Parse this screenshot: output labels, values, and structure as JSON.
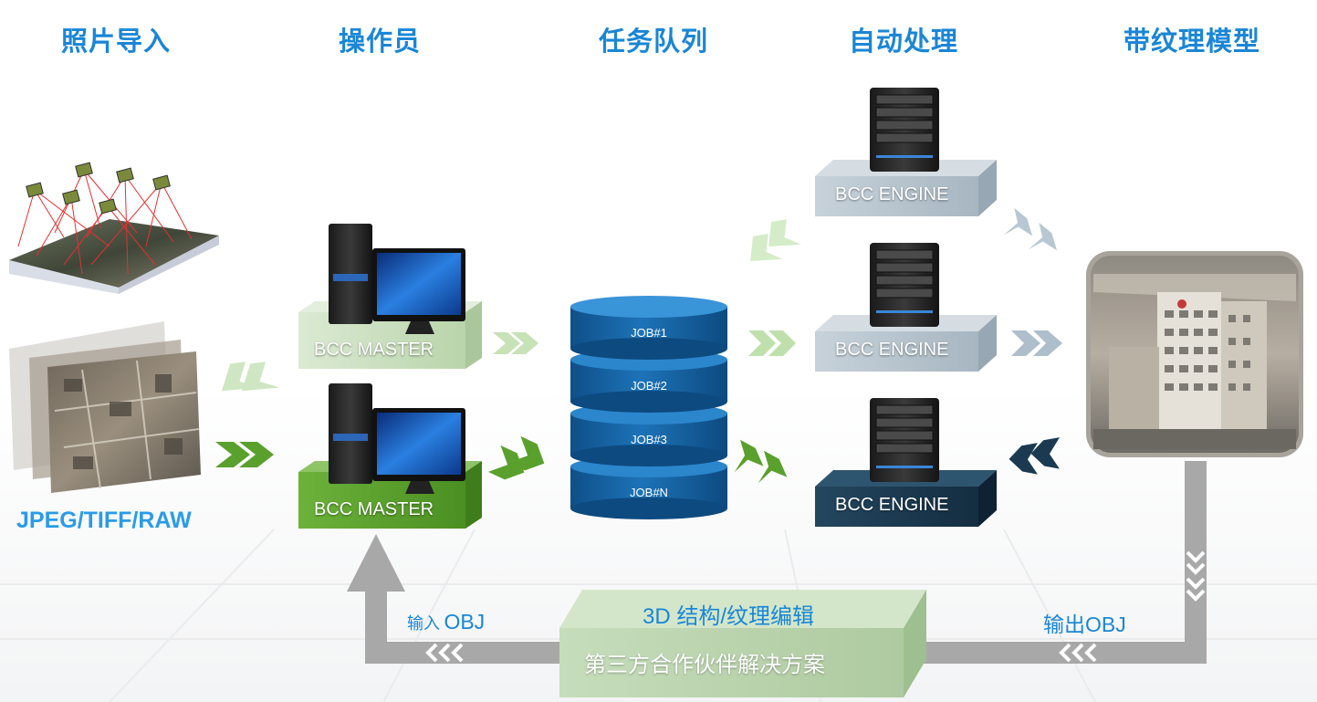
{
  "columns": {
    "photo_import": "照片导入",
    "operator": "操作员",
    "task_queue": "任务队列",
    "auto_process": "自动处理",
    "textured_model": "带纹理模型"
  },
  "formats": "JPEG/TIFF/RAW",
  "masters": [
    "BCC MASTER",
    "BCC MASTER"
  ],
  "jobs": [
    "JOB#1",
    "JOB#2",
    "JOB#3",
    "JOB#N"
  ],
  "engines": [
    "BCC ENGINE",
    "BCC ENGINE",
    "BCC ENGINE"
  ],
  "bottom": {
    "input_prefix": "输入",
    "input_suffix": "OBJ",
    "output": "输出OBJ",
    "edit_title": "3D 结构/纹理编辑",
    "partner": "第三方合作伙伴解决方案"
  },
  "colors": {
    "title_blue": "#1a86d6",
    "master_light": "#c9dfbf",
    "master_dark": "#5aa02c",
    "engine_light": "#b8c6d0",
    "engine_dark": "#1b3a52",
    "job_blue": "#1763a3",
    "flow_gray": "#a8a8a8",
    "partner_green": "#bcd7b0"
  }
}
